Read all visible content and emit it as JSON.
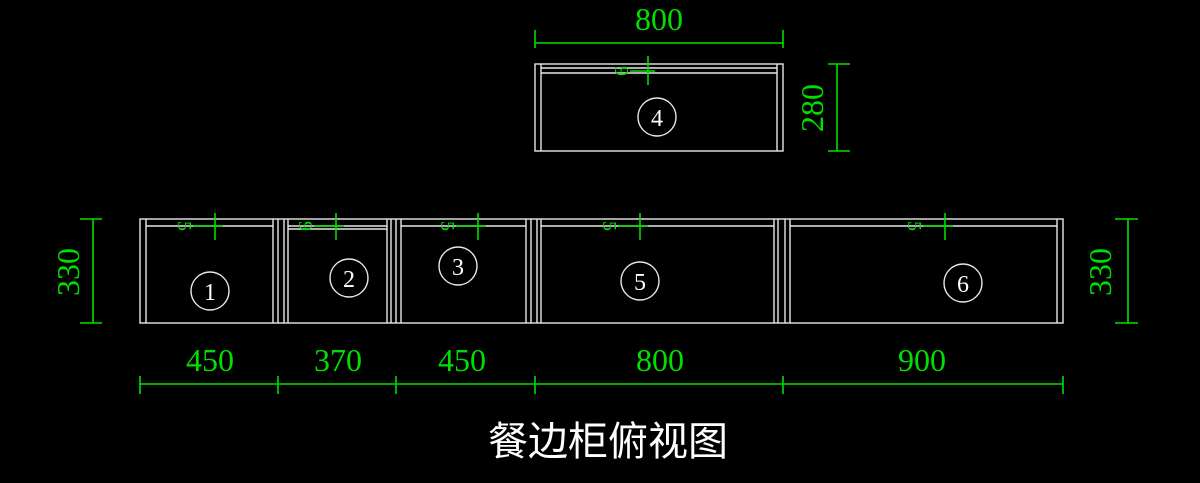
{
  "title": "餐边柜俯视图",
  "colors": {
    "background": "#000000",
    "lines": "#e8e8e8",
    "dimensions": "#00e000"
  },
  "wall_cabinet": {
    "number": "4",
    "width": "800",
    "depth": "280",
    "panel": "9"
  },
  "base_cabinets": [
    {
      "number": "1",
      "width": "450",
      "panel": "5"
    },
    {
      "number": "2",
      "width": "370",
      "panel": "9"
    },
    {
      "number": "3",
      "width": "450",
      "panel": "5"
    },
    {
      "number": "5",
      "width": "800",
      "panel": "5"
    },
    {
      "number": "6",
      "width": "900",
      "panel": "5"
    }
  ],
  "base_depth_left": "330",
  "base_depth_right": "330"
}
